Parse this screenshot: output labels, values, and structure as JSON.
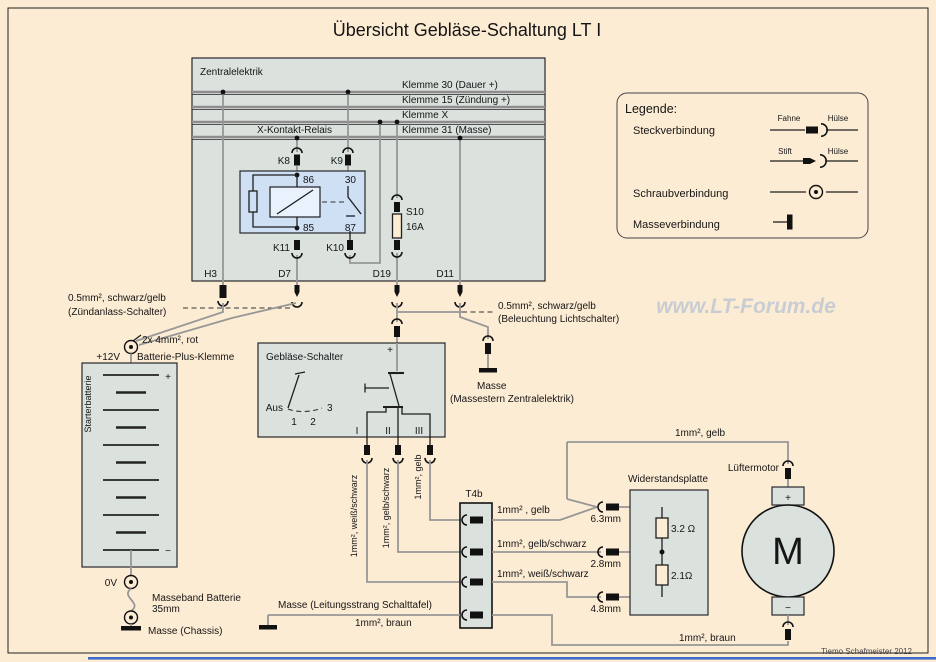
{
  "title": "Übersicht Gebläse-Schaltung LT I",
  "watermark": "www.LT-Forum.de",
  "credit": "Tiemo Schafmeister 2012",
  "ze": {
    "label": "Zentralelektrik",
    "bus1": "Klemme 30 (Dauer +)",
    "bus2": "Klemme 15 (Zündung +)",
    "bus3": "Klemme X",
    "bus4": "Klemme 31 (Masse)",
    "relay": "X-Kontakt-Relais",
    "k8": "K8",
    "k9": "K9",
    "k10": "K10",
    "k11": "K11",
    "p86": "86",
    "p30": "30",
    "p85": "85",
    "p87": "87",
    "fuse_name": "S10",
    "fuse_rating": "16A",
    "h3": "H3",
    "d7": "D7",
    "d19": "D19",
    "d11": "D11"
  },
  "legend": {
    "title": "Legende:",
    "steck": "Steckverbindung",
    "schraub": "Schraubverbindung",
    "masse": "Masseverbindung",
    "fahne": "Fahne",
    "huelse_a": "Hülse",
    "stift": "Stift",
    "huelse_b": "Hülse"
  },
  "left": {
    "zuend1": "0.5mm², schwarz/gelb",
    "zuend2": "(Zündanlass-Schalter)",
    "rot": "2x 4mm², rot",
    "v12": "+12V",
    "klemme": "Batterie-Plus-Klemme",
    "batt": "Starterbatterie",
    "plus": "+",
    "minus": "−",
    "v0": "0V",
    "band1": "Masseband Batterie",
    "band2": "35mm",
    "chassis": "Masse (Chassis)"
  },
  "sw": {
    "label": "Gebläse-Schalter",
    "plus": "+",
    "aus": "Aus",
    "n1": "1",
    "n2": "2",
    "n3": "3",
    "o1": "I",
    "o2": "II",
    "o3": "III"
  },
  "right": {
    "bel1": "0.5mm²,  schwarz/gelb",
    "bel2": "(Beleuchtung Lichtschalter)",
    "m1": "Masse",
    "m2": "(Massestern Zentralelektrik)"
  },
  "t4b": {
    "label": "T4b",
    "l1": "1mm² , gelb",
    "l2": "1mm²,  gelb/schwarz",
    "l3": "1mm², weiß/schwarz",
    "s1": "6.3mm",
    "s2": "2.8mm",
    "s3": "4.8mm"
  },
  "wp": {
    "label": "Widerstandsplatte",
    "r1": "3.2 Ω",
    "r2": "2.1Ω"
  },
  "motor": {
    "label": "Lüftermotor",
    "m": "M",
    "plus": "+",
    "minus": "−"
  },
  "wires": {
    "gelb_top": "1mm², gelb",
    "braun_r": "1mm², braun",
    "braun_l": "1mm², braun",
    "masse_lt": "Masse  (Leitungsstrang Schalttafel)",
    "v1": "1mm², weiß/schwarz",
    "v2": "1mm², gelb/schwarz",
    "v3": "1mm², gelb"
  }
}
